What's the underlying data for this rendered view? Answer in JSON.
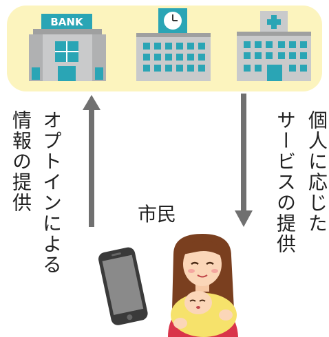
{
  "institutions": {
    "bank": {
      "sign": "BANK",
      "icon": "bank-icon"
    },
    "government": {
      "icon": "clock-tower-building-icon"
    },
    "hospital": {
      "icon": "hospital-cross-icon"
    }
  },
  "flows": {
    "up_left_outer": "情報の提供",
    "up_left_inner": "オプトインによる",
    "down_right_inner": "サービスの提供",
    "down_right_outer": "個人に応じた"
  },
  "citizen": {
    "label": "市民",
    "phone_icon": "smartphone-icon",
    "person_icon": "mother-with-baby-icon"
  },
  "colors": {
    "panel": "#fcf4be",
    "arrow": "#707070",
    "teal": "#2aa5b5",
    "gray_building": "#c9cacb"
  }
}
